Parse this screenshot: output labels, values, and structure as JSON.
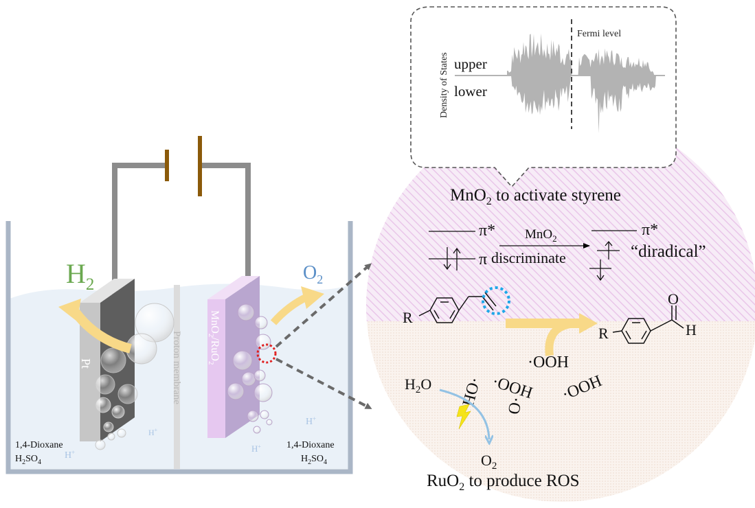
{
  "colors": {
    "wire": "#8c8c8c",
    "battery": "#8b5a0a",
    "tank": "#aab6c6",
    "electrolyte": "#eaf1f8",
    "pt_front": "#5e5e5e",
    "pt_side": "#c6c6c6",
    "anode_front": "#b9a6cf",
    "anode_side": "#e6c8f0",
    "arrow_gas": "#f8d988",
    "h2_text": "#6aa84f",
    "o2_text": "#5b8fc7",
    "proton_text": "#a9c4e4",
    "dos_fill": "#b3b3b3",
    "dashed_arrow": "#6a6a6a",
    "circle_top": "#ecd3ec",
    "circle_bottom": "#f3e8e0",
    "highlight_red": "#e01f1f",
    "highlight_blue": "#1ea7e8",
    "lightning": "#f5e41a",
    "curve_blue": "#93c2e4"
  },
  "cell": {
    "h2_label": "H",
    "h2_sub": "2",
    "o2_label": "O",
    "o2_sub": "2",
    "pt_label": "Pt",
    "anode_label_a": "MnO",
    "anode_sub_a": "2",
    "anode_label_b": "/RuO",
    "anode_sub_b": "2",
    "membrane_label": "Proton membrane",
    "proton": "H",
    "proton_sup": "+",
    "left_solution_line1": "1,4-Dioxane",
    "left_solution_line2_a": "H",
    "left_solution_line2_sub1": "2",
    "left_solution_line2_b": "SO",
    "left_solution_line2_sub2": "4",
    "right_solution_line1": "1,4-Dioxane",
    "right_solution_line2_a": "H",
    "right_solution_line2_sub1": "2",
    "right_solution_line2_b": "SO",
    "right_solution_line2_sub2": "4"
  },
  "dos": {
    "ylabel": "Density of States",
    "upper": "upper",
    "lower": "lower",
    "fermi": "Fermi level"
  },
  "mechanism": {
    "title_a": "MnO",
    "title_sub": "2",
    "title_b": " to activate styrene",
    "pi_star": "π*",
    "pi": "π",
    "arrow_top_a": "MnO",
    "arrow_top_sub": "2",
    "arrow_bottom": "discriminate",
    "diradical": "“diradical”",
    "r_label": "R",
    "o_label": "O",
    "h_label": "H",
    "ooh": "·OOH",
    "h2o_a": "H",
    "h2o_sub": "2",
    "h2o_b": "O",
    "oh": "·OH",
    "o_rad": "·O",
    "o2_a": "O",
    "o2_sub": "2",
    "bottom_a": "RuO",
    "bottom_sub": "2",
    "bottom_b": " to produce ROS"
  }
}
